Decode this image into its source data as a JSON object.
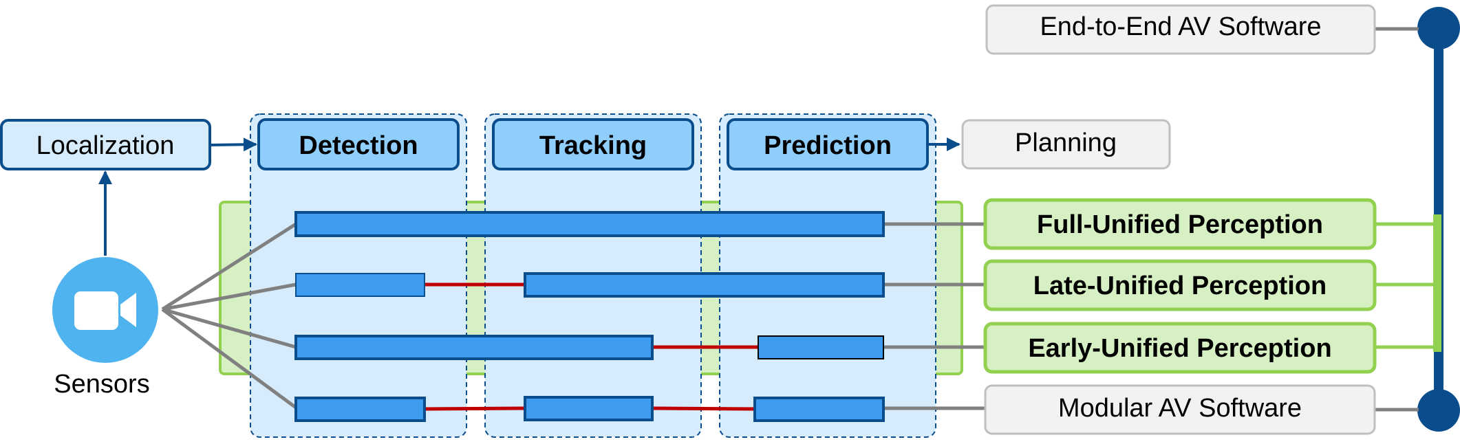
{
  "labels": {
    "localization": "Localization",
    "sensors": "Sensors",
    "detection": "Detection",
    "tracking": "Tracking",
    "prediction": "Prediction",
    "planning": "Planning",
    "end_to_end": "End-to-End AV Software",
    "full_unified": "Full-Unified Perception",
    "late_unified": "Late-Unified Perception",
    "early_unified": "Early-Unified Perception",
    "modular": "Modular AV Software"
  },
  "colors": {
    "dark_blue": "#0a4d8c",
    "bar_blue": "#3d9bf0",
    "header_fill": "#8fcdfb",
    "stage_fill": "#d6ebfc",
    "green": "#92d050",
    "green_fill": "#d6efc3",
    "red": "#c00000",
    "gray": "#808080",
    "sensor_blue": "#4fb3f0"
  },
  "icons": {
    "sensors": "camera-icon"
  }
}
